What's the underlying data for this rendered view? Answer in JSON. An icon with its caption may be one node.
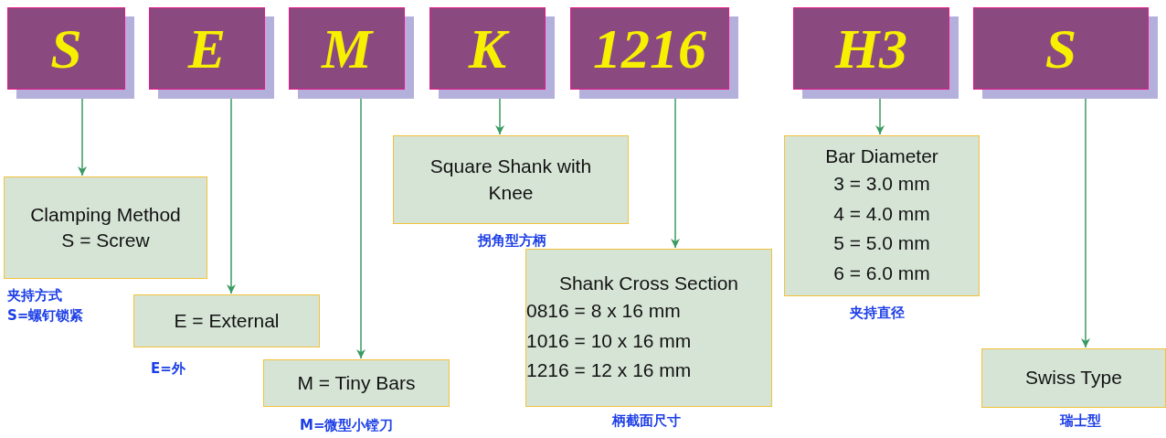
{
  "diagram": {
    "nodes": [
      {
        "text": [
          "S"
        ]
      },
      {
        "text": [
          "E"
        ]
      },
      {
        "text": [
          "M"
        ]
      },
      {
        "text": [
          "K"
        ]
      },
      {
        "text": [
          "1216"
        ]
      },
      {
        "text": [
          "H3"
        ]
      },
      {
        "text": [
          "S"
        ]
      },
      {
        "text": [
          "Clamping Method",
          "S = Screw"
        ],
        "beside": [
          "夹持方式",
          "S=螺钉锁紧"
        ]
      },
      {
        "text": [
          "E = External"
        ],
        "beside": [
          "E=外"
        ]
      },
      {
        "text": [
          "M = Tiny Bars"
        ],
        "beside": [
          "M=微型小镗刀"
        ]
      },
      {
        "text": [
          "Square Shank with Knee"
        ],
        "beside": [
          "拐角型方柄"
        ]
      },
      {
        "text": [
          "Shank Cross Section",
          "0816 = 8 x 16 mm",
          "1016 = 10 x 16 mm",
          "1216 = 12 x 16 mm"
        ],
        "beside": [
          "柄截面尺寸"
        ]
      },
      {
        "text": [
          "Bar Diameter",
          "3 = 3.0 mm",
          "4 = 4.0 mm",
          "5 = 5.0 mm",
          "6 = 6.0 mm"
        ],
        "beside": [
          "夹持直径"
        ]
      },
      {
        "text": [
          "Swiss Type"
        ],
        "beside": [
          "瑞士型"
        ]
      }
    ],
    "edges": [
      {
        "from": 0,
        "to": 7,
        "arrow": "to"
      },
      {
        "from": 1,
        "to": 8,
        "arrow": "to"
      },
      {
        "from": 2,
        "to": 9,
        "arrow": "to"
      },
      {
        "from": 3,
        "to": 10,
        "arrow": "to"
      },
      {
        "from": 4,
        "to": 11,
        "arrow": "to"
      },
      {
        "from": 5,
        "to": 12,
        "arrow": "to"
      },
      {
        "from": 6,
        "to": 13,
        "arrow": "to"
      }
    ]
  }
}
